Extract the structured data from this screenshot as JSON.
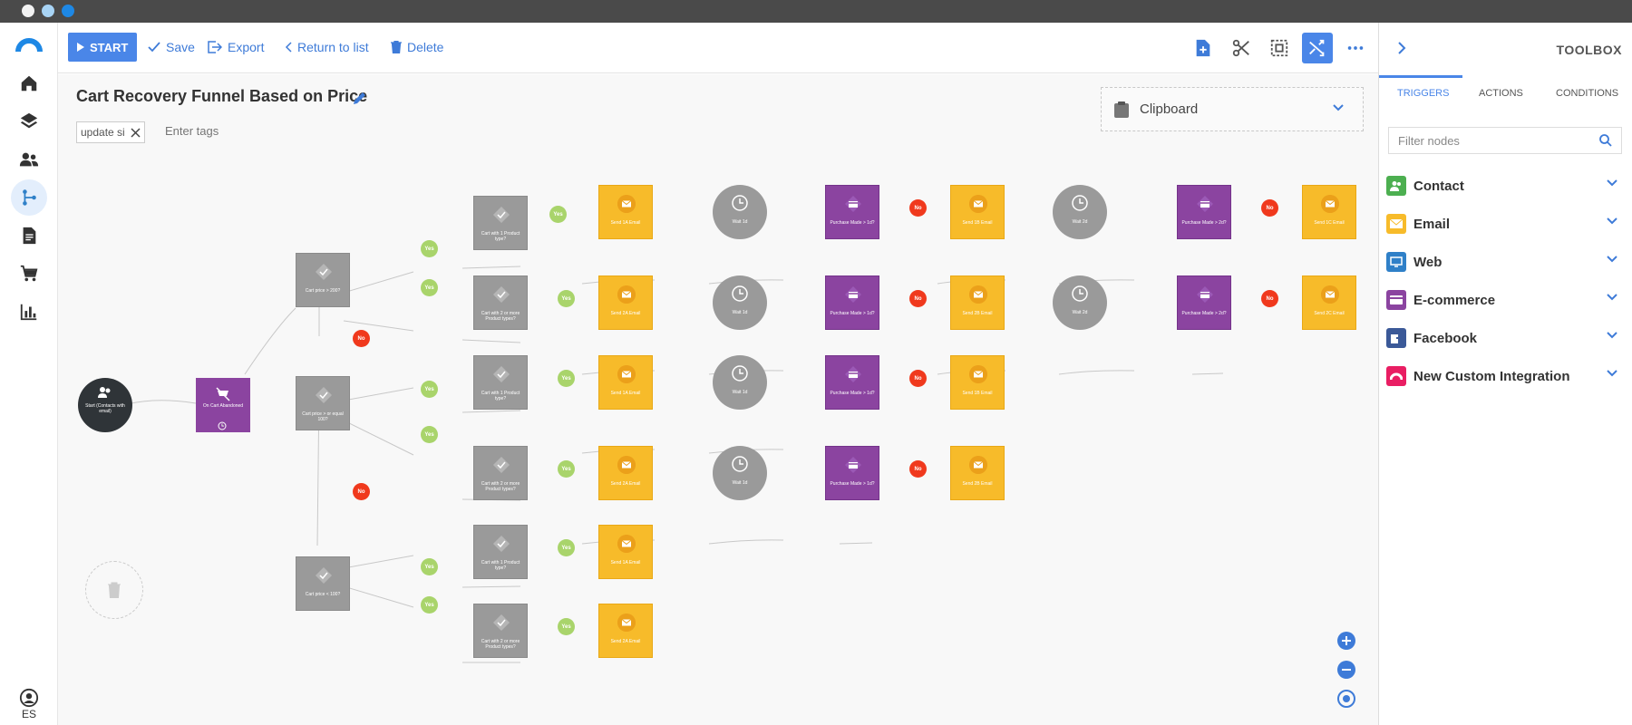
{
  "chrome": {
    "dot_colors": [
      "#f2f2f2",
      "#a8d4f5",
      "#1e88e5"
    ]
  },
  "nav": {
    "items": [
      "home-icon",
      "layers-icon",
      "contacts-icon",
      "automation-icon",
      "document-icon",
      "cart-icon",
      "reports-icon"
    ],
    "active": "automation-icon",
    "lang": "ES"
  },
  "toolbar": {
    "start": "START",
    "save": "Save",
    "export": "Export",
    "return": "Return to list",
    "delete": "Delete"
  },
  "canvas": {
    "title": "Cart Recovery Funnel Based on Price",
    "tag": "update si",
    "tags_placeholder": "Enter tags",
    "clipboard": "Clipboard"
  },
  "flow": {
    "start": "Start (Contacts with email)",
    "trigger": "On Cart Abandoned",
    "cond_top": "Cart price > 200?",
    "cond_mid": "Cart price > or equal 100?",
    "cond_low": "Cart price < 100?",
    "cart1": "Cart with 1 Product type?",
    "cart2": "Cart with 2 or more Product types?",
    "email1": "Send 1A Email",
    "email2": "Send 2A Email",
    "email1b": "Send 1B Email",
    "email2b": "Send 2B Email",
    "email1c": "Send 1C Email",
    "email2c": "Send 2C Email",
    "wait1": "Wait 1d",
    "wait2": "Wait 2d",
    "purch1": "Purchase Made > 1d?",
    "purch2": "Purchase Made > 2d?",
    "yes": "Yes",
    "no": "No"
  },
  "panel": {
    "title": "TOOLBOX",
    "tabs": [
      "TRIGGERS",
      "ACTIONS",
      "CONDITIONS"
    ],
    "filter_placeholder": "Filter nodes",
    "categories": [
      {
        "label": "Contact",
        "color": "#4caf50"
      },
      {
        "label": "Email",
        "color": "#f7bb2a"
      },
      {
        "label": "Web",
        "color": "#2f80c8"
      },
      {
        "label": "E-commerce",
        "color": "#8b44a0"
      },
      {
        "label": "Facebook",
        "color": "#3b5998"
      },
      {
        "label": "New Custom Integration",
        "color": "#e91e63"
      }
    ]
  }
}
